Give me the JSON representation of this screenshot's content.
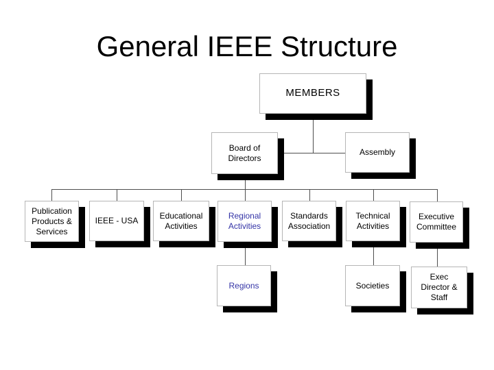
{
  "slide": {
    "title": "General IEEE Structure",
    "colors": {
      "background": "#ffffff",
      "title_text": "#000000",
      "node_text": "#000000",
      "accent_blue_text": "#3333a6",
      "node_fill": "#ffffff",
      "node_border": "#b5b5b5",
      "node_shadow": "#000000",
      "connector": "#4d4d4d"
    },
    "org_chart": {
      "nodes": {
        "members": {
          "label": "MEMBERS",
          "text_color": "black"
        },
        "board": {
          "label": "Board of\nDirectors",
          "text_color": "black"
        },
        "assembly": {
          "label": "Assembly",
          "text_color": "black"
        },
        "publication": {
          "label": "Publication\nProducts &\nServices",
          "text_color": "black"
        },
        "ieee_usa": {
          "label": "IEEE - USA",
          "text_color": "black"
        },
        "educational": {
          "label": "Educational\nActivities",
          "text_color": "black"
        },
        "regional": {
          "label": "Regional\nActivities",
          "text_color": "blue"
        },
        "standards": {
          "label": "Standards\nAssociation",
          "text_color": "black"
        },
        "technical": {
          "label": "Technical\nActivities",
          "text_color": "black"
        },
        "executive": {
          "label": "Executive\nCommittee",
          "text_color": "black"
        },
        "regions": {
          "label": "Regions",
          "text_color": "blue"
        },
        "societies": {
          "label": "Societies",
          "text_color": "black"
        },
        "exec_director": {
          "label": "Exec\nDirector &\nStaff",
          "text_color": "black"
        }
      },
      "edges": [
        [
          "members",
          "board"
        ],
        [
          "members",
          "assembly"
        ],
        [
          "board",
          "publication"
        ],
        [
          "board",
          "ieee_usa"
        ],
        [
          "board",
          "educational"
        ],
        [
          "board",
          "regional"
        ],
        [
          "board",
          "standards"
        ],
        [
          "board",
          "technical"
        ],
        [
          "board",
          "executive"
        ],
        [
          "regional",
          "regions"
        ],
        [
          "technical",
          "societies"
        ],
        [
          "executive",
          "exec_director"
        ]
      ]
    }
  }
}
